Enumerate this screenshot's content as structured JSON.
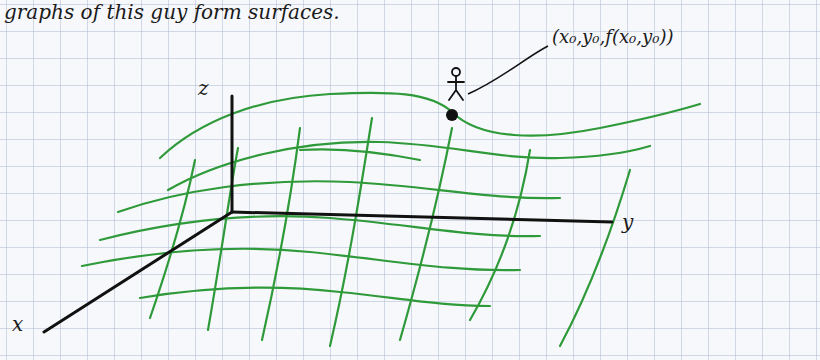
{
  "diagram": {
    "labels": [
      "graphs of this guy form surfaces.",
      "z",
      "y",
      "x",
      "(x₀,y₀,f(x₀,y₀))"
    ]
  }
}
